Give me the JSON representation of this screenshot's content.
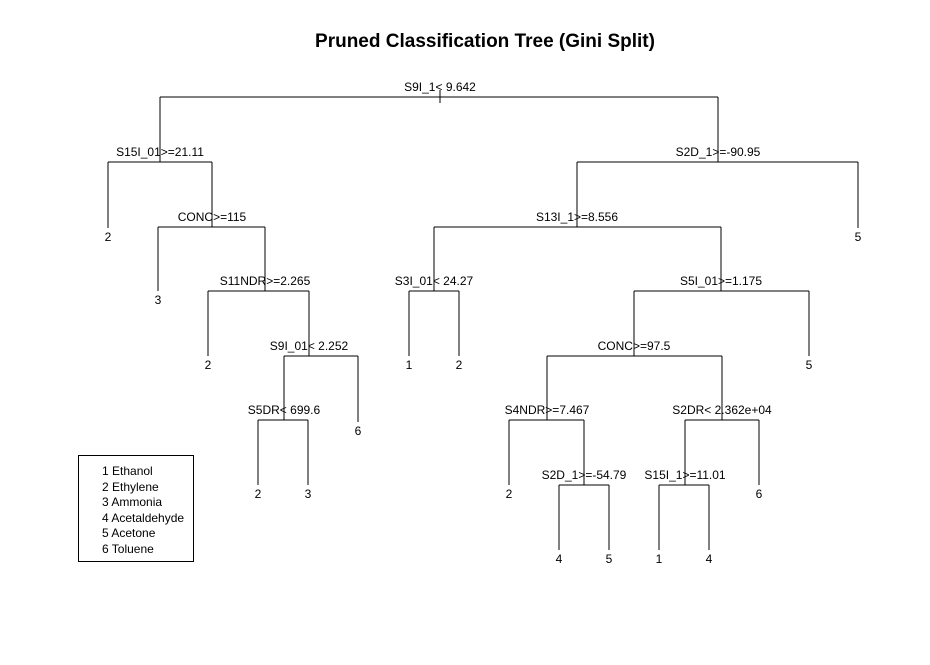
{
  "title": "Pruned Classification Tree (Gini Split)",
  "nodes": {
    "n1": {
      "label": "S9I_1< 9.642"
    },
    "n2": {
      "label": "S15I_01>=21.11"
    },
    "n3": {
      "label": "S2D_1>=-90.95"
    },
    "n4": {
      "label": "CONC>=115"
    },
    "n5": {
      "label": "S13I_1>=8.556"
    },
    "n6": {
      "label": "S11NDR>=2.265"
    },
    "n7": {
      "label": "S3I_01< 24.27"
    },
    "n8": {
      "label": "S5I_01>=1.175"
    },
    "n9": {
      "label": "S9I_01< 2.252"
    },
    "n10": {
      "label": "CONC>=97.5"
    },
    "n11": {
      "label": "S5DR< 699.6"
    },
    "n12": {
      "label": "S4NDR>=7.467"
    },
    "n13": {
      "label": "S2DR< 2.362e+04"
    },
    "n14": {
      "label": "S2D_1>=-54.79"
    },
    "n15": {
      "label": "S15I_1>=11.01"
    }
  },
  "leaves": {
    "L1": "2",
    "L2": "5",
    "L3": "3",
    "L4": "2",
    "L5": "1",
    "L6": "2",
    "L7": "5",
    "L8": "6",
    "L9": "2",
    "L10": "3",
    "L11": "2",
    "L12": "6",
    "L13": "4",
    "L14": "5",
    "L15": "1",
    "L16": "4"
  },
  "legend": [
    "1 Ethanol",
    "2 Ethylene",
    "3 Ammonia",
    "4 Acetaldehyde",
    "5 Acetone",
    "6 Toluene"
  ]
}
